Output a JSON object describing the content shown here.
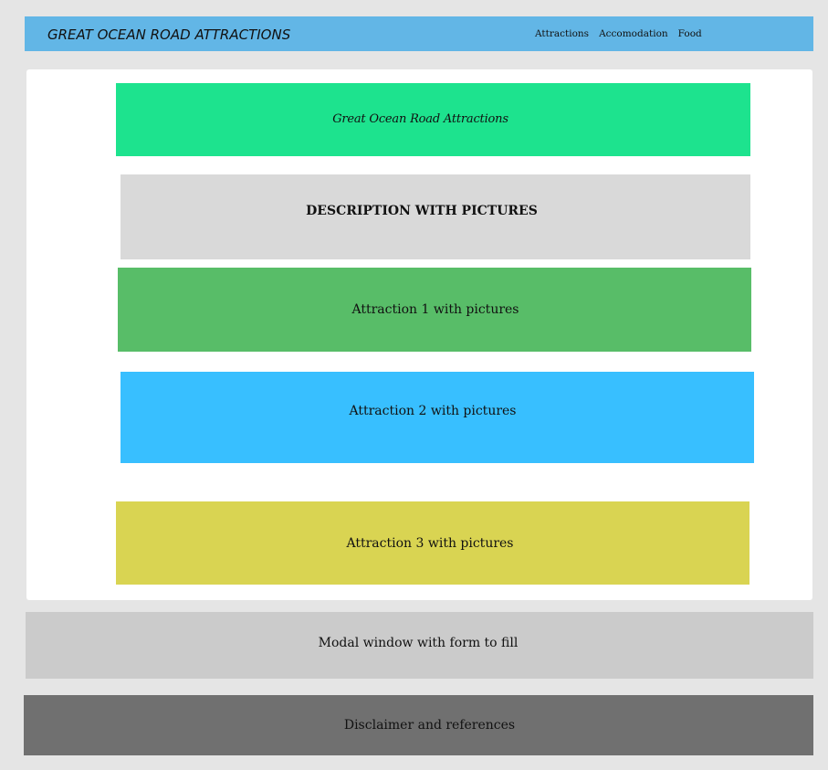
{
  "header": {
    "site_title": "GREAT OCEAN ROAD ATTRACTIONS",
    "nav": [
      {
        "label": "Attractions"
      },
      {
        "label": "Accomodation"
      },
      {
        "label": "Food"
      }
    ]
  },
  "main": {
    "hero_title": "Great Ocean Road Attractions",
    "description": "DESCRIPTION WITH PICTURES",
    "attractions": [
      {
        "label": "Attraction 1 with pictures",
        "color": "#58bd68"
      },
      {
        "label": "Attraction 2 with pictures",
        "color": "#38bfff"
      },
      {
        "label": "Attraction 3 with pictures",
        "color": "#d9d452"
      }
    ]
  },
  "modal": {
    "label": "Modal window with form to fill"
  },
  "footer": {
    "label": "Disclaimer and references"
  },
  "colors": {
    "header": "#62b6e6",
    "hero": "#1de38e",
    "description": "#d9d9d9",
    "modal": "#cbcbcb",
    "footer": "#707070",
    "page_background": "#e5e5e5"
  }
}
